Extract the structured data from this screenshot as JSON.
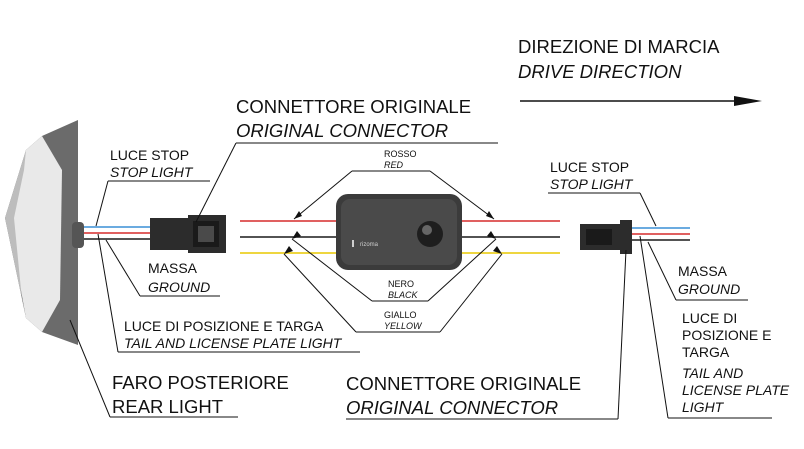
{
  "direction": {
    "it": "DIREZIONE DI MARCIA",
    "en": "DRIVE DIRECTION"
  },
  "connector_top": {
    "it": "CONNETTORE ORIGINALE",
    "en": "ORIGINAL CONNECTOR"
  },
  "connector_bottom": {
    "it": "CONNETTORE ORIGINALE",
    "en": "ORIGINAL CONNECTOR"
  },
  "left": {
    "stop": {
      "it": "LUCE STOP",
      "en": "STOP LIGHT"
    },
    "ground": {
      "it": "MASSA",
      "en": "GROUND"
    },
    "tail": {
      "it": "LUCE DI POSIZIONE E TARGA",
      "en": "TAIL AND LICENSE PLATE LIGHT"
    },
    "rear": {
      "it": "FARO POSTERIORE",
      "en": "REAR LIGHT"
    }
  },
  "right": {
    "stop": {
      "it": "LUCE STOP",
      "en": "STOP LIGHT"
    },
    "ground": {
      "it": "MASSA",
      "en": "GROUND"
    },
    "tail": {
      "it": [
        "LUCE DI",
        "POSIZIONE E",
        "TARGA"
      ],
      "en": [
        "TAIL AND",
        "LICENSE PLATE",
        "LIGHT"
      ]
    }
  },
  "wires": {
    "red": {
      "it": "ROSSO",
      "en": "RED",
      "color": "#d62b2b"
    },
    "black": {
      "it": "NERO",
      "en": "BLACK",
      "color": "#1a1a1a"
    },
    "yellow": {
      "it": "GIALLO",
      "en": "YELLOW",
      "color": "#e8c800"
    },
    "blue": {
      "color": "#3a8fd6"
    }
  },
  "module": {
    "logo": "rizoma",
    "body_color": "#3b3b3b"
  }
}
